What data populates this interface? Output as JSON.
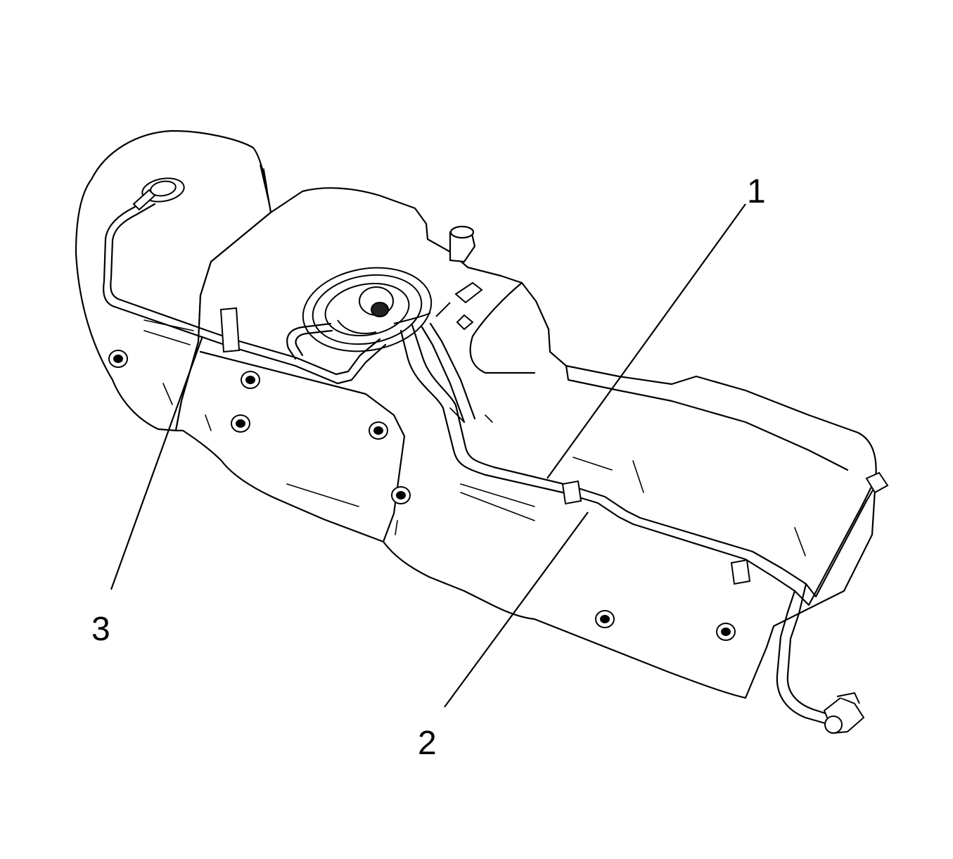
{
  "diagram": {
    "callouts": [
      {
        "id": "1",
        "label": "1"
      },
      {
        "id": "2",
        "label": "2"
      },
      {
        "id": "3",
        "label": "3"
      }
    ],
    "colors": {
      "line": "#000000",
      "fill": "#ffffff"
    }
  }
}
